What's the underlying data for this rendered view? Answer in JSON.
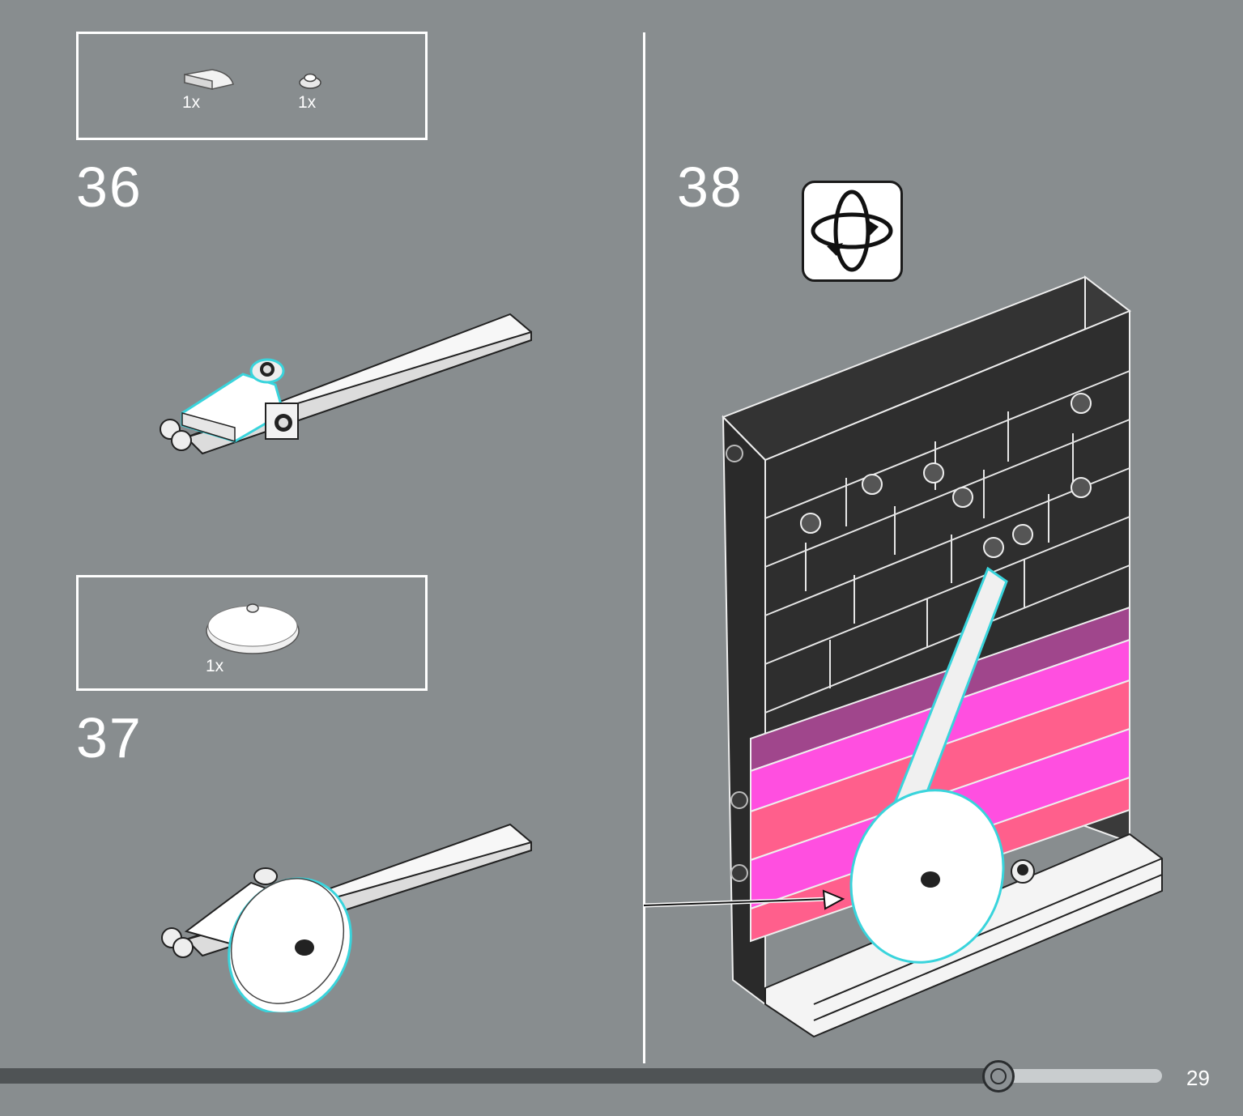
{
  "steps": [
    {
      "number": "36",
      "parts": [
        {
          "qty": "1x",
          "icon": "curved-slope-tile-icon"
        },
        {
          "qty": "1x",
          "icon": "round-plate-icon"
        }
      ]
    },
    {
      "number": "37",
      "parts": [
        {
          "qty": "1x",
          "icon": "round-dish-icon"
        }
      ]
    },
    {
      "number": "38",
      "parts": []
    }
  ],
  "page_number": "29",
  "progress": {
    "fraction": 0.8
  },
  "colors": {
    "background": "#888d8f",
    "highlight": "#39d4dc",
    "wall_dark": "#2e2e2e",
    "magenta": "#ff4fe0",
    "purple": "#a0468c",
    "pink": "#ff5f8c"
  },
  "icons": [
    "rotate-model-icon",
    "assembly-arrow-icon"
  ]
}
